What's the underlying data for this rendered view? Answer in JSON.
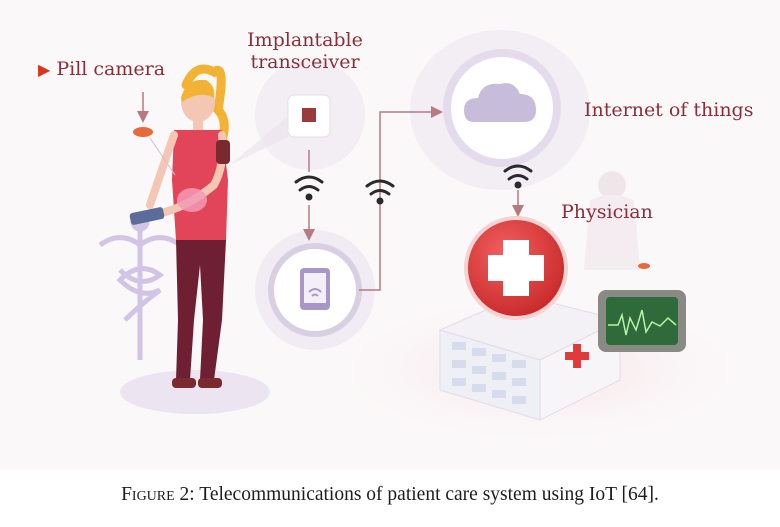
{
  "labels": {
    "pill_camera": "Pill camera",
    "implantable_transceiver": [
      "Implantable",
      "transceiver"
    ],
    "internet_of_things": "Internet of things",
    "physician": "Physician"
  },
  "caption": {
    "prefix": "Figure 2:",
    "text": "Telecommunications of patient care system using IoT [64]."
  },
  "colors": {
    "label_text": "#8a2f3a",
    "arrow_marker": "#d9341f",
    "red_cross": "#e03a3a",
    "lavender": "#b9a8d6",
    "pants": "#6e1f33",
    "shirt": "#e2445a",
    "hair": "#f2b233"
  }
}
